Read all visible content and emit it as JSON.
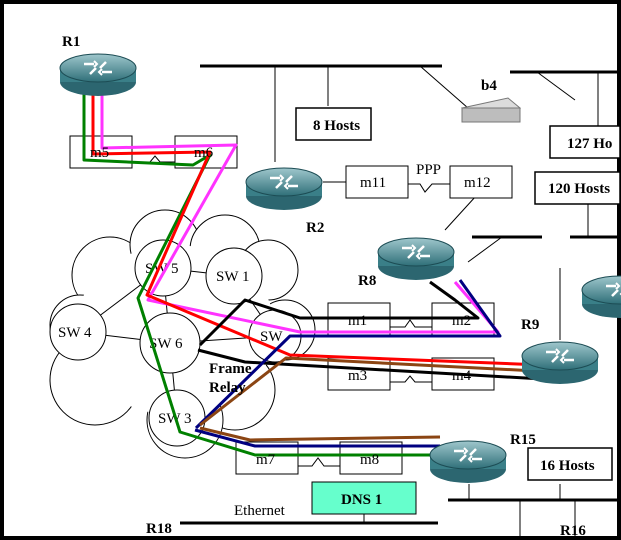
{
  "routers": {
    "r1": "R1",
    "r2": "R2",
    "r8": "R8",
    "r9": "R9",
    "r15": "R15",
    "r16": "R16",
    "r18": "R18"
  },
  "switches": {
    "sw1": "SW 1",
    "sw3": "SW 3",
    "sw4": "SW 4",
    "sw5": "SW 5",
    "sw6": "SW 6",
    "sw7": "SW"
  },
  "modems": {
    "m1": "m1",
    "m2": "m2",
    "m3": "m3",
    "m4": "m4",
    "m5": "m5",
    "m6": "m6",
    "m7": "m7",
    "m8": "m8",
    "m11": "m11",
    "m12": "m12"
  },
  "hosts": {
    "h8": "8 Hosts",
    "h16": "16 Hosts",
    "h120": "120 Hosts",
    "h127": "127 Ho"
  },
  "labels": {
    "ppp": "PPP",
    "frame": "Frame",
    "relay": "Relay",
    "ethernet": "Ethernet",
    "dns": "DNS 1",
    "b4": "b4"
  },
  "colors": {
    "magenta": "#ff33ff",
    "red": "#ff0000",
    "green": "#008000",
    "black": "#000000",
    "navy": "#000080",
    "brown": "#8b4513",
    "dns": "#66ffcc"
  }
}
